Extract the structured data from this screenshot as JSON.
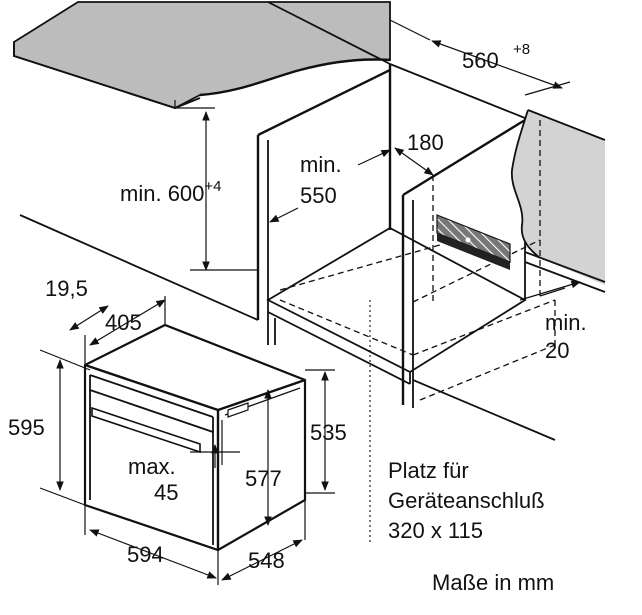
{
  "dimensions": {
    "width_niche": "560",
    "width_niche_tol": "+8",
    "vent_gap": "180",
    "min_height_prefix": "min. ",
    "min_height_value": "600",
    "min_height_tol": "+4",
    "min_depth_line1": "min.",
    "min_depth_line2": "550",
    "min_bottom_line1": "min.",
    "min_bottom_line2": "20",
    "handle_offset": "19,5",
    "handle_width": "405",
    "oven_height": "595",
    "oven_inner_height": "535",
    "oven_depth_body": "577",
    "handle_max_line1": "max.",
    "handle_max_line2": "45",
    "oven_width": "594",
    "oven_depth": "548"
  },
  "notes": {
    "connection_line1": "Platz für",
    "connection_line2": "Geräteanschluß",
    "connection_line3": "320 x 115",
    "units": "Maße in mm"
  }
}
